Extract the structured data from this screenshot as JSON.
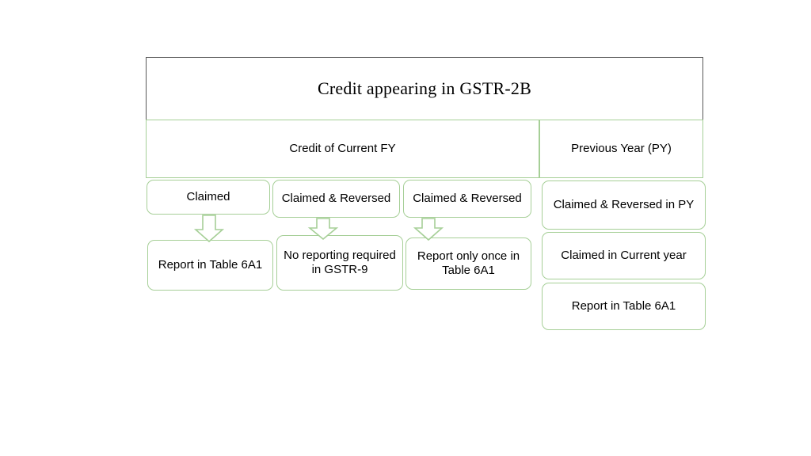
{
  "diagram": {
    "title": "Credit appearing in GSTR-2B",
    "colors": {
      "branch_border": "#A6CF97",
      "title_border": "#595959",
      "arrow_stroke": "#A6CF97",
      "background": "#FFFFFF",
      "text": "#000000"
    },
    "tier2": [
      {
        "label": "Credit of Current FY"
      },
      {
        "label": "Previous Year (PY)"
      }
    ],
    "current_fy_branches": [
      {
        "condition": "Claimed",
        "outcome": "Report in Table 6A1"
      },
      {
        "condition": "Claimed & Reversed",
        "outcome": "No reporting required in GSTR-9"
      },
      {
        "condition": "Claimed & Reversed",
        "outcome": "Report only once in Table 6A1"
      }
    ],
    "previous_year_steps": [
      {
        "label": "Claimed & Reversed in PY"
      },
      {
        "label": "Claimed in Current year"
      },
      {
        "label": "Report in Table 6A1"
      }
    ],
    "arrows": [
      {
        "name": "arrow-claimed-to-report"
      },
      {
        "name": "arrow-reversed-to-no-reporting"
      },
      {
        "name": "arrow-reversed-to-report-once"
      }
    ]
  }
}
